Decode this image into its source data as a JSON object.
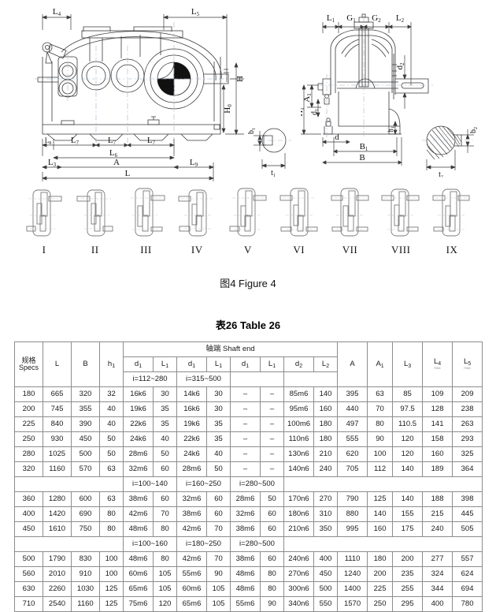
{
  "figure": {
    "caption": "图4 Figure 4",
    "left_view_labels": [
      "L4",
      "L5",
      "H",
      "H0",
      "L8",
      "L7",
      "L7",
      "L7",
      "L6",
      "L3",
      "A",
      "L9",
      "L"
    ],
    "right_view_labels": [
      "L1",
      "G1",
      "G2",
      "L2",
      "d2",
      "A1",
      "H1",
      "d1",
      "d",
      "B1",
      "B",
      "h1"
    ],
    "keyway_labels": [
      "b1",
      "t1",
      "b2",
      "t2"
    ],
    "variants": [
      "I",
      "II",
      "III",
      "IV",
      "V",
      "VI",
      "VII",
      "VIII",
      "IX"
    ]
  },
  "table": {
    "title": "表26 Table 26",
    "group_header": "轴端  Shaft end",
    "headers": {
      "specs_cn": "规格",
      "specs_en": "Specs",
      "L": "L",
      "B": "B",
      "h1": "h",
      "h1_sub": "1",
      "d1": "d",
      "d1_sub": "1",
      "L1": "L",
      "L1_sub": "1",
      "d2": "d",
      "d2_sub": "2",
      "L2": "L",
      "L2_sub": "2",
      "A": "A",
      "A1": "A",
      "A1_sub": "1",
      "L3": "L",
      "L3_sub": "3",
      "L4": "L",
      "L4_sub": "4",
      "L4_note": "max",
      "L5": "L",
      "L5_sub": "5",
      "L5_note": "max"
    },
    "sections": [
      {
        "ratios": [
          "i=112~280",
          "i=315~500",
          ""
        ],
        "rows": [
          {
            "specs": "180",
            "L": "665",
            "B": "320",
            "h1": "32",
            "d1a": "16k6",
            "L1a": "30",
            "d1b": "14k6",
            "L1b": "30",
            "d1c": "–",
            "L1c": "–",
            "d2": "85m6",
            "L2": "140",
            "A": "395",
            "A1": "63",
            "L3": "85",
            "L4": "109",
            "L5": "209"
          },
          {
            "specs": "200",
            "L": "745",
            "B": "355",
            "h1": "40",
            "d1a": "19k6",
            "L1a": "35",
            "d1b": "16k6",
            "L1b": "30",
            "d1c": "–",
            "L1c": "–",
            "d2": "95m6",
            "L2": "160",
            "A": "440",
            "A1": "70",
            "L3": "97.5",
            "L4": "128",
            "L5": "238"
          },
          {
            "specs": "225",
            "L": "840",
            "B": "390",
            "h1": "40",
            "d1a": "22k6",
            "L1a": "35",
            "d1b": "19k6",
            "L1b": "35",
            "d1c": "–",
            "L1c": "–",
            "d2": "100m6",
            "L2": "180",
            "A": "497",
            "A1": "80",
            "L3": "110.5",
            "L4": "141",
            "L5": "263"
          },
          {
            "specs": "250",
            "L": "930",
            "B": "450",
            "h1": "50",
            "d1a": "24k6",
            "L1a": "40",
            "d1b": "22k6",
            "L1b": "35",
            "d1c": "–",
            "L1c": "–",
            "d2": "110n6",
            "L2": "180",
            "A": "555",
            "A1": "90",
            "L3": "120",
            "L4": "158",
            "L5": "293"
          },
          {
            "specs": "280",
            "L": "1025",
            "B": "500",
            "h1": "50",
            "d1a": "28m6",
            "L1a": "50",
            "d1b": "24k6",
            "L1b": "40",
            "d1c": "–",
            "L1c": "–",
            "d2": "130n6",
            "L2": "210",
            "A": "620",
            "A1": "100",
            "L3": "120",
            "L4": "160",
            "L5": "325"
          },
          {
            "specs": "320",
            "L": "1160",
            "B": "570",
            "h1": "63",
            "d1a": "32m6",
            "L1a": "60",
            "d1b": "28m6",
            "L1b": "50",
            "d1c": "–",
            "L1c": "–",
            "d2": "140n6",
            "L2": "240",
            "A": "705",
            "A1": "112",
            "L3": "140",
            "L4": "189",
            "L5": "364"
          }
        ]
      },
      {
        "ratios": [
          "i=100~140",
          "i=160~250",
          "i=280~500"
        ],
        "rows": [
          {
            "specs": "360",
            "L": "1280",
            "B": "600",
            "h1": "63",
            "d1a": "38m6",
            "L1a": "60",
            "d1b": "32m6",
            "L1b": "60",
            "d1c": "28m6",
            "L1c": "50",
            "d2": "170n6",
            "L2": "270",
            "A": "790",
            "A1": "125",
            "L3": "140",
            "L4": "188",
            "L5": "398"
          },
          {
            "specs": "400",
            "L": "1420",
            "B": "690",
            "h1": "80",
            "d1a": "42m6",
            "L1a": "70",
            "d1b": "38m6",
            "L1b": "60",
            "d1c": "32m6",
            "L1c": "60",
            "d2": "180n6",
            "L2": "310",
            "A": "880",
            "A1": "140",
            "L3": "155",
            "L4": "215",
            "L5": "445"
          },
          {
            "specs": "450",
            "L": "1610",
            "B": "750",
            "h1": "80",
            "d1a": "48m6",
            "L1a": "80",
            "d1b": "42m6",
            "L1b": "70",
            "d1c": "38m6",
            "L1c": "60",
            "d2": "210n6",
            "L2": "350",
            "A": "995",
            "A1": "160",
            "L3": "175",
            "L4": "240",
            "L5": "505"
          }
        ]
      },
      {
        "ratios": [
          "i=100~160",
          "i=180~250",
          "i=280~500"
        ],
        "rows": [
          {
            "specs": "500",
            "L": "1790",
            "B": "830",
            "h1": "100",
            "d1a": "48m6",
            "L1a": "80",
            "d1b": "42m6",
            "L1b": "70",
            "d1c": "38m6",
            "L1c": "60",
            "d2": "240n6",
            "L2": "400",
            "A": "1110",
            "A1": "180",
            "L3": "200",
            "L4": "277",
            "L5": "557"
          },
          {
            "specs": "560",
            "L": "2010",
            "B": "910",
            "h1": "100",
            "d1a": "60m6",
            "L1a": "105",
            "d1b": "55m6",
            "L1b": "90",
            "d1c": "48m6",
            "L1c": "80",
            "d2": "270n6",
            "L2": "450",
            "A": "1240",
            "A1": "200",
            "L3": "235",
            "L4": "324",
            "L5": "624"
          },
          {
            "specs": "630",
            "L": "2260",
            "B": "1030",
            "h1": "125",
            "d1a": "65m6",
            "L1a": "105",
            "d1b": "60m6",
            "L1b": "105",
            "d1c": "48m6",
            "L1c": "80",
            "d2": "300n6",
            "L2": "500",
            "A": "1400",
            "A1": "225",
            "L3": "255",
            "L4": "344",
            "L5": "694"
          },
          {
            "specs": "710",
            "L": "2540",
            "B": "1160",
            "h1": "125",
            "d1a": "75m6",
            "L1a": "120",
            "d1b": "65m6",
            "L1b": "105",
            "d1c": "55m6",
            "L1c": "90",
            "d2": "340n6",
            "L2": "550",
            "A": "1570",
            "A1": "250",
            "L3": "295",
            "L4": "400",
            "L5": "780"
          }
        ]
      }
    ]
  },
  "colors": {
    "line": "#3a3a3a",
    "border": "#8d8d8d",
    "text": "#1a1a1a",
    "dash": "#9fb3c8"
  }
}
